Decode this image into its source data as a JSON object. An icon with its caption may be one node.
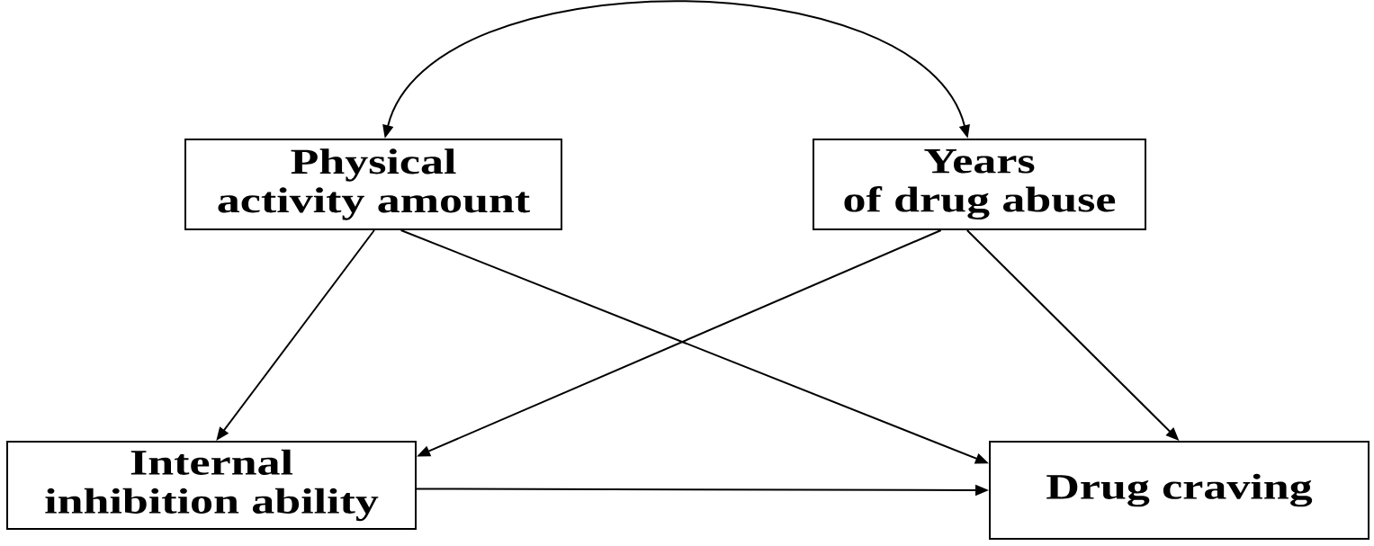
{
  "diagram": {
    "nodes": [
      {
        "text": [
          "Physical activity amount"
        ]
      },
      {
        "text": [
          "Years of drug abuse"
        ]
      },
      {
        "text": [
          "Internal inhibition ability"
        ]
      },
      {
        "text": [
          "Drug craving"
        ]
      }
    ],
    "edges": [
      {
        "from": 0,
        "to": 1,
        "arrow": "both"
      },
      {
        "from": 0,
        "to": 2,
        "arrow": "to"
      },
      {
        "from": 0,
        "to": 3,
        "arrow": "to"
      },
      {
        "from": 1,
        "to": 2,
        "arrow": "to"
      },
      {
        "from": 1,
        "to": 3,
        "arrow": "to"
      },
      {
        "from": 2,
        "to": 3,
        "arrow": "to"
      }
    ]
  }
}
